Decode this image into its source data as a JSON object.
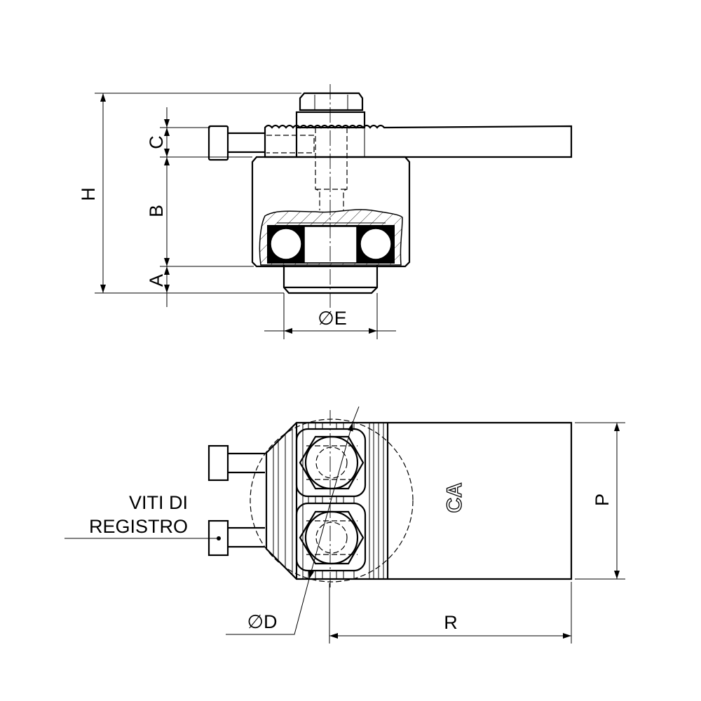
{
  "dimensions": {
    "H": "H",
    "C": "C",
    "B": "B",
    "A": "A",
    "E": "E",
    "D": "D",
    "P": "P",
    "R": "R",
    "diameter_symbol": "∅"
  },
  "callout": {
    "line1": "VITI DI",
    "line2": "REGISTRO"
  },
  "logo": "CA"
}
